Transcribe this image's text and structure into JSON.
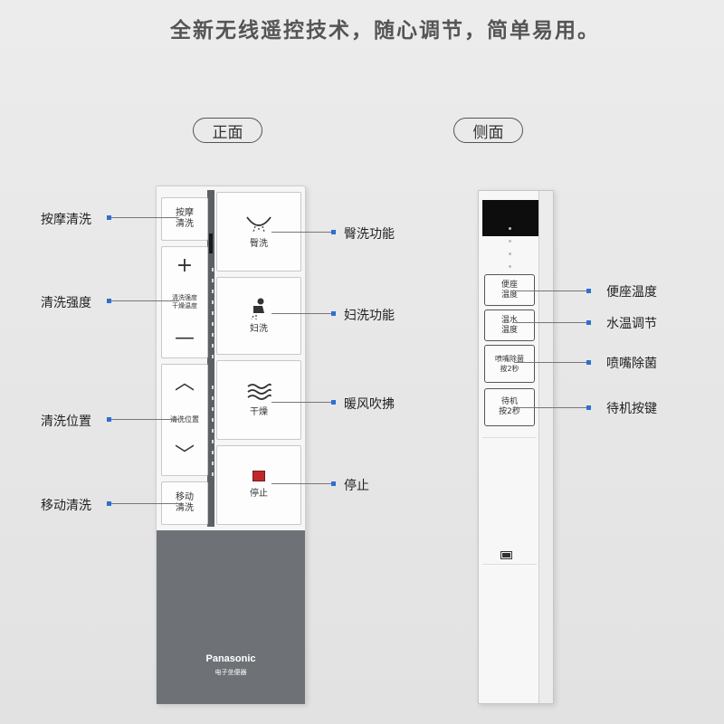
{
  "headline": "全新无线遥控技术，随心调节，简单易用。",
  "views": {
    "front": "正面",
    "side": "侧面"
  },
  "front_buttons": {
    "massage": "按摩\n清洗",
    "strength": "清洗强度\n干燥温度",
    "position": "清洗位置",
    "move": "移动\n清洗",
    "rear": "臀洗",
    "feminine": "妇洗",
    "dry": "干燥",
    "stop": "停止",
    "plus_symbol": "+",
    "minus_symbol": "—",
    "up_symbol": "︿",
    "down_symbol": "﹀"
  },
  "brand": {
    "name": "Panasonic",
    "subtitle": "电子坐便器"
  },
  "side_buttons": {
    "seat_temp": "便座\n温度",
    "water_temp": "温水\n温度",
    "nozzle_clean": "喷嘴除菌\n按2秒",
    "standby": "待机\n按2秒"
  },
  "left_labels": {
    "massage": "按摩清洗",
    "strength": "清洗强度",
    "position": "清洗位置",
    "move": "移动清洗"
  },
  "right_labels": {
    "rear": "臀洗功能",
    "feminine": "妇洗功能",
    "dry": "暖风吹拂",
    "stop": "停止"
  },
  "side_labels": {
    "seat_temp": "便座温度",
    "water_temp": "水温调节",
    "nozzle_clean": "喷嘴除菌",
    "standby": "待机按键"
  },
  "icons": {
    "rear_wash": "rear-wash-icon",
    "feminine_wash": "feminine-wash-icon",
    "dry": "warm-air-icon",
    "stop": "stop-indicator-icon",
    "battery": "battery-icon"
  },
  "colors": {
    "dot": "#2f6fd0",
    "stop_red": "#c0262c",
    "panel_gray": "#6e7277"
  }
}
